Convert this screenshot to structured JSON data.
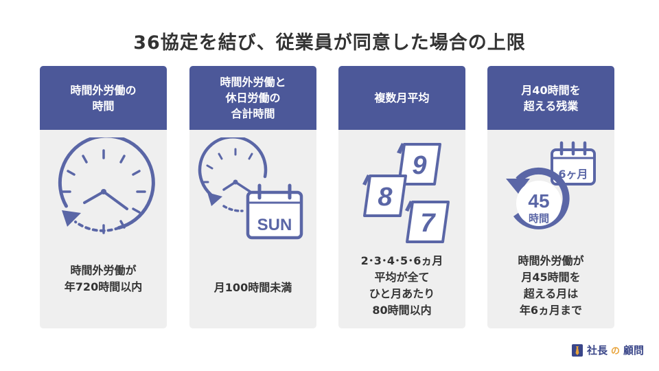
{
  "title": "36協定を結び、従業員が同意した場合の上限",
  "colors": {
    "header": "#4c5899",
    "icon": "#5a66a6",
    "card_bg": "#efefef",
    "text": "#333333",
    "logo_accent": "#e8a33a"
  },
  "cards": [
    {
      "header": "時間外労働の\n時間",
      "icon": "clock-icon",
      "text": "時間外労働が\n年720時間以内"
    },
    {
      "header": "時間外労働と\n休日労働の\n合計時間",
      "icon": "clock-calendar-icon",
      "icon_label": "SUN",
      "text": "月100時間未満"
    },
    {
      "header": "複数月平均",
      "icon": "calendar-pages-icon",
      "icon_numbers": [
        "9",
        "8",
        "7"
      ],
      "text": "2･3･4･5･6ヵ月\n平均が全て\nひと月あたり\n80時間以内"
    },
    {
      "header": "月40時間を\n超える残業",
      "icon": "cycle-calendar-icon",
      "icon_calendar_label": "6ヶ月",
      "icon_number": "45",
      "icon_unit": "時間",
      "text": "時間外労働が\n月45時間を\n超える月は\n年6ヵ月まで"
    }
  ],
  "logo": {
    "icon": "book-tie-icon",
    "part1": "社長",
    "accent": "の",
    "part2": "顧問"
  }
}
